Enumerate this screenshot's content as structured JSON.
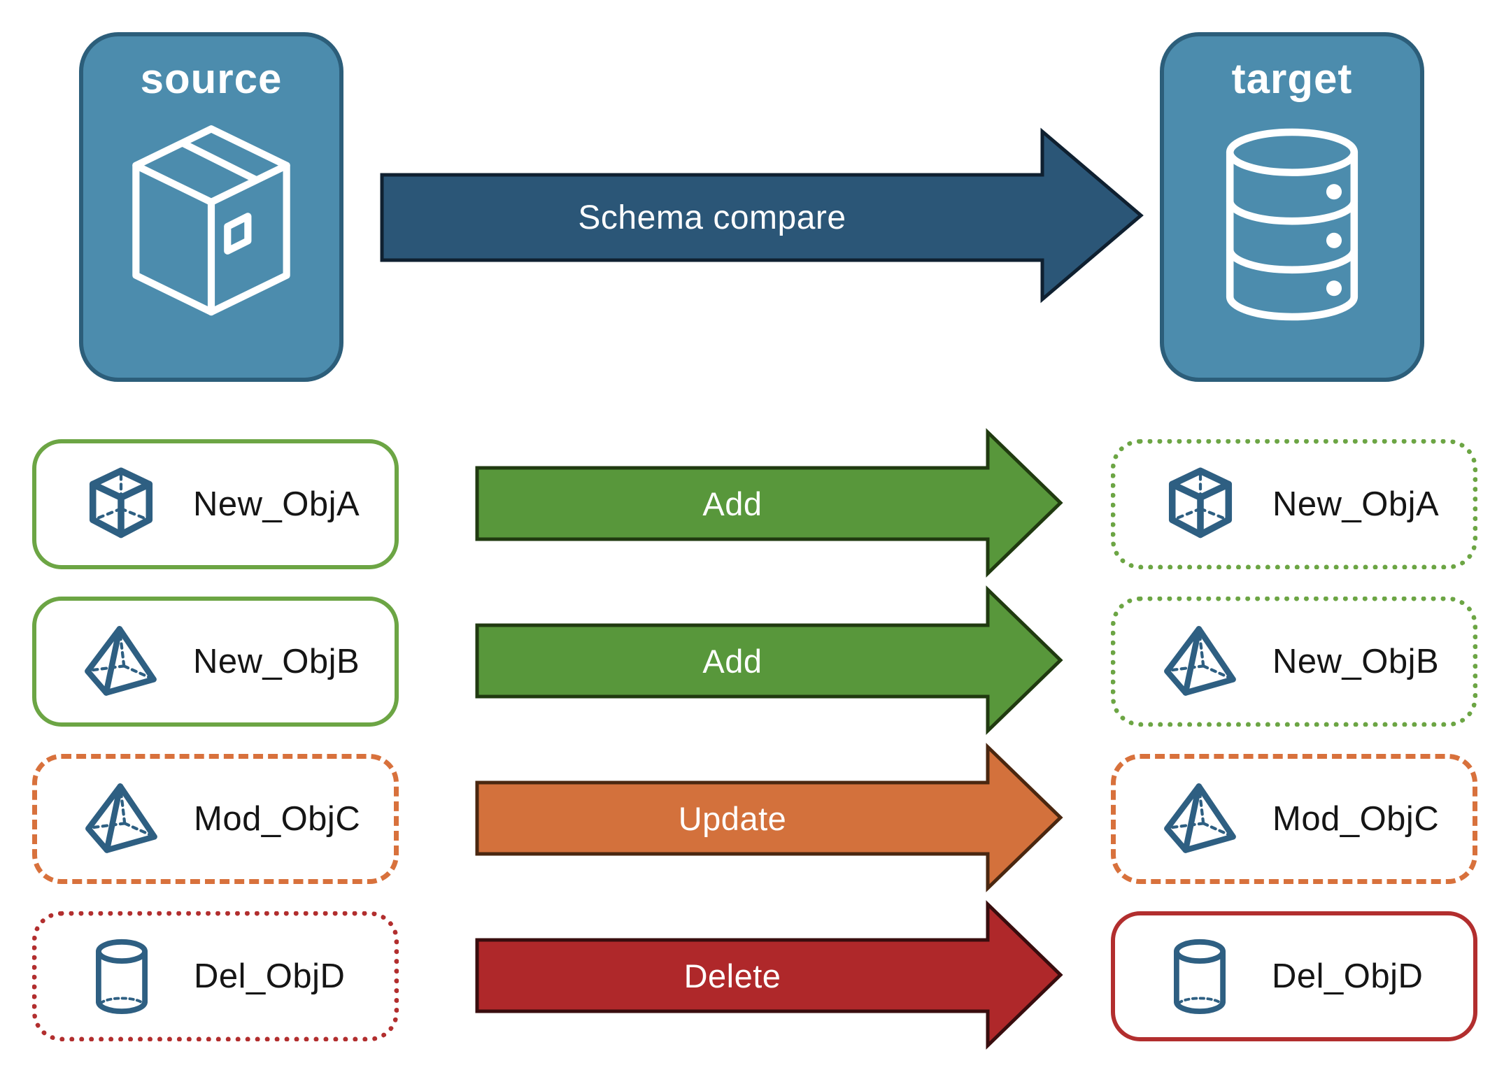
{
  "nodes": {
    "source": {
      "label": "source"
    },
    "target": {
      "label": "target"
    }
  },
  "main_arrow": {
    "label": "Schema compare",
    "fill": "#2B5677"
  },
  "rows": [
    {
      "left": {
        "label": "New_ObjA",
        "icon": "cube-icon",
        "border": "solid-green"
      },
      "arrow": {
        "label": "Add",
        "color": "#58973B"
      },
      "right": {
        "label": "New_ObjA",
        "icon": "cube-icon",
        "border": "dotted-green"
      }
    },
    {
      "left": {
        "label": "New_ObjB",
        "icon": "pyramid-icon",
        "border": "solid-green"
      },
      "arrow": {
        "label": "Add",
        "color": "#58973B"
      },
      "right": {
        "label": "New_ObjB",
        "icon": "pyramid-icon",
        "border": "dotted-green"
      }
    },
    {
      "left": {
        "label": "Mod_ObjC",
        "icon": "pyramid-icon",
        "border": "dashed-orange"
      },
      "arrow": {
        "label": "Update",
        "color": "#D3713C"
      },
      "right": {
        "label": "Mod_ObjC",
        "icon": "pyramid-icon",
        "border": "dashed-orange"
      }
    },
    {
      "left": {
        "label": "Del_ObjD",
        "icon": "cylinder-icon",
        "border": "dotted-red"
      },
      "arrow": {
        "label": "Delete",
        "color": "#AF282A"
      },
      "right": {
        "label": "Del_ObjD",
        "icon": "cylinder-icon",
        "border": "solid-red"
      }
    }
  ],
  "colors": {
    "node_fill": "#4C8CAD",
    "node_border": "#2C5E7A",
    "icon_blue": "#2E5F82",
    "schema_arrow_fill": "#2B5677",
    "add_arrow_fill": "#58973B",
    "update_arrow_fill": "#D3713C",
    "delete_arrow_fill": "#AF282A",
    "green_border": "#6CA544",
    "orange_border": "#D8713C",
    "red_border": "#B22E2E"
  }
}
